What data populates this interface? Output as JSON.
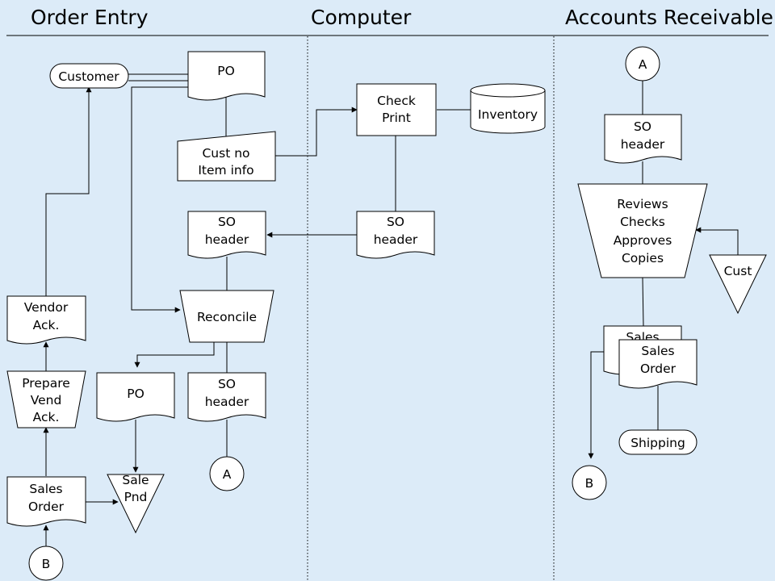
{
  "headers": {
    "order_entry": "Order Entry",
    "computer": "Computer",
    "accounts_receivable": "Accounts Receivable"
  },
  "nodes": {
    "customer": "Customer",
    "po_top": "PO",
    "cust_no_1": "Cust no",
    "cust_no_2": "Item info",
    "check_print_1": "Check",
    "check_print_2": "Print",
    "inventory": "Inventory",
    "so_header_computer_1": "SO",
    "so_header_computer_2": "header",
    "so_header_oe_1": "SO",
    "so_header_oe_2": "header",
    "reconcile": "Reconcile",
    "vendor_ack_1": "Vendor",
    "vendor_ack_2": "Ack.",
    "prepare_1": "Prepare",
    "prepare_2": "Vend",
    "prepare_3": "Ack.",
    "po_mid": "PO",
    "so_header_low_1": "SO",
    "so_header_low_2": "header",
    "sale_pnd_1": "Sale",
    "sale_pnd_2": "Pnd",
    "sales_order_oe_1": "Sales",
    "sales_order_oe_2": "Order",
    "conn_a_oe": "A",
    "conn_b_oe": "B",
    "conn_a_ar": "A",
    "so_header_ar_1": "SO",
    "so_header_ar_2": "header",
    "reviews_1": "Reviews",
    "reviews_2": "Checks",
    "reviews_3": "Approves",
    "reviews_4": "Copies",
    "cust": "Cust",
    "sales_back": "Sales",
    "sales_order_ar_1": "Sales",
    "sales_order_ar_2": "Order",
    "shipping": "Shipping",
    "conn_b_ar": "B"
  }
}
